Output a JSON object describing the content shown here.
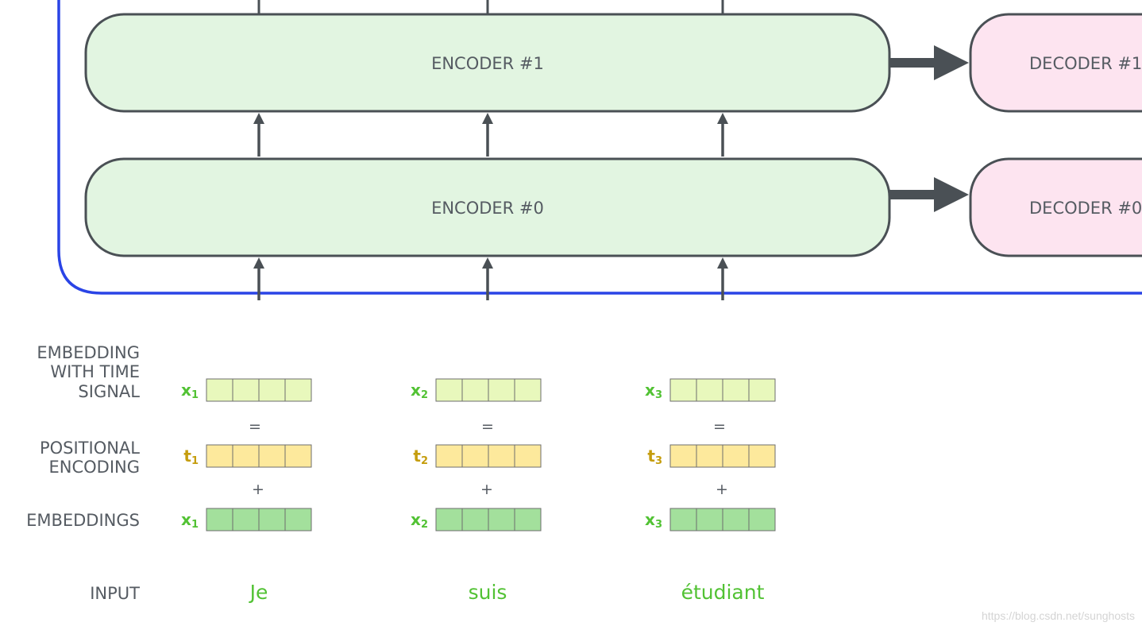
{
  "colors": {
    "outline": "#4a5055",
    "stack_border": "#2a44e6",
    "encoder_fill": "#e2f5e1",
    "decoder_fill": "#fde4f0",
    "time_signal_fill": "#e8f8bc",
    "positional_fill": "#fde99c",
    "embedding_fill": "#a3e09c",
    "cell_border": "#6e6e6e",
    "green_text": "#52c234",
    "gold_text": "#c59d0e",
    "label_text": "#555b62"
  },
  "encoders": [
    {
      "label": "ENCODER #1"
    },
    {
      "label": "ENCODER #0"
    }
  ],
  "decoders": [
    {
      "label": "DECODER #1"
    },
    {
      "label": "DECODER #0"
    }
  ],
  "row_labels": {
    "embedding_with_time_signal": [
      "EMBEDDING",
      "WITH TIME",
      "SIGNAL"
    ],
    "positional_encoding": [
      "POSITIONAL",
      "ENCODING"
    ],
    "embeddings": "EMBEDDINGS",
    "input": "INPUT"
  },
  "operators": {
    "equals": "=",
    "plus": "+"
  },
  "tokens": [
    {
      "word": "Je",
      "x_letter": "x",
      "x_sub": "1",
      "t_letter": "t",
      "t_sub": "1",
      "cells": 4
    },
    {
      "word": "suis",
      "x_letter": "x",
      "x_sub": "2",
      "t_letter": "t",
      "t_sub": "2",
      "cells": 4
    },
    {
      "word": "étudiant",
      "x_letter": "x",
      "x_sub": "3",
      "t_letter": "t",
      "t_sub": "3",
      "cells": 4
    }
  ],
  "watermark": "https://blog.csdn.net/sunghosts"
}
